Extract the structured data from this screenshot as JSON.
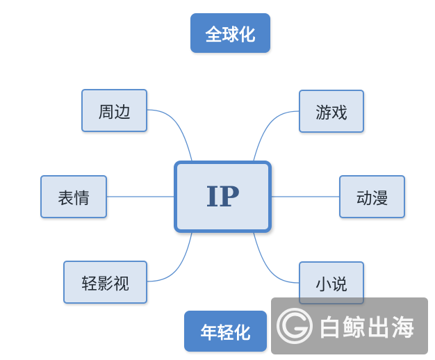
{
  "diagram": {
    "center_label": "IP",
    "top_tag": "全球化",
    "bottom_tag": "年轻化",
    "left_nodes": [
      "周边",
      "表情",
      "轻影视"
    ],
    "right_nodes": [
      "游戏",
      "动漫",
      "小说"
    ]
  },
  "watermark": {
    "text": "白鲸出海"
  },
  "colors": {
    "node_fill": "#dbe5f2",
    "node_border": "#5b8fcf",
    "center_border": "#4f86cc",
    "tag_fill": "#4f86cc",
    "connector": "#5b8fcf"
  }
}
